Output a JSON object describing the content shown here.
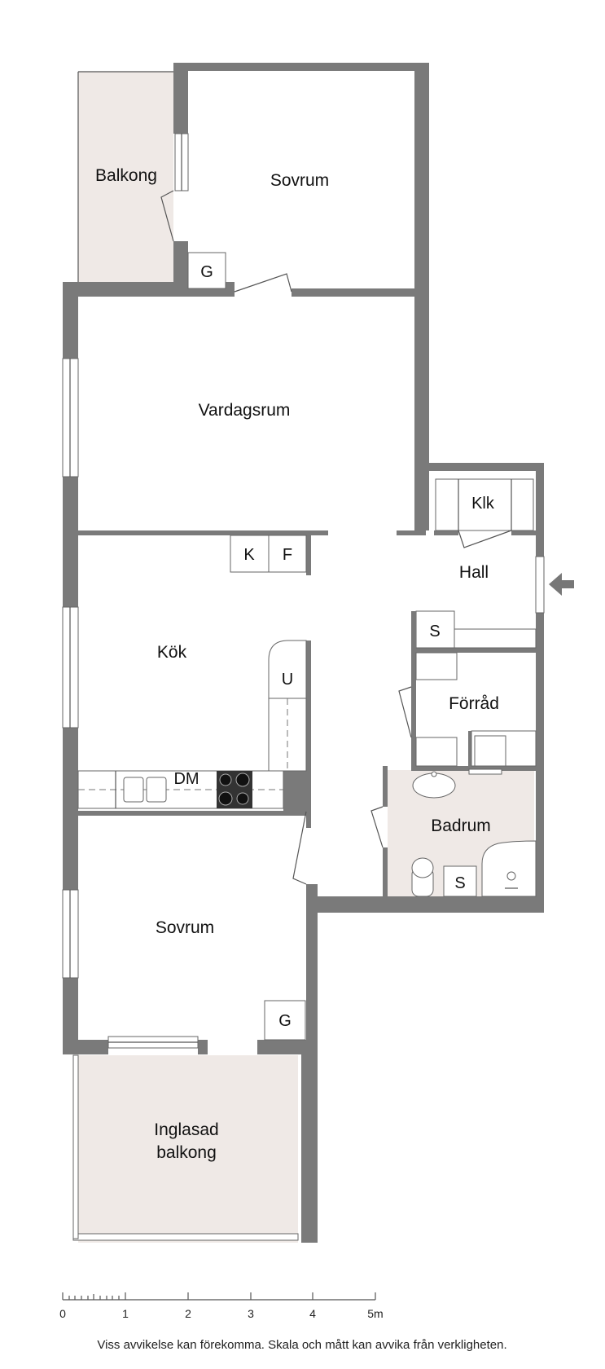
{
  "rooms": {
    "balkong": "Balkong",
    "sovrum_top": "Sovrum",
    "vardagsrum": "Vardagsrum",
    "klk": "Klk",
    "hall": "Hall",
    "kok": "Kök",
    "forrad": "Förråd",
    "badrum": "Badrum",
    "sovrum_bottom": "Sovrum",
    "inglasad_line1": "Inglasad",
    "inglasad_line2": "balkong"
  },
  "fixtures": {
    "g_top": "G",
    "g_bottom": "G",
    "k": "K",
    "f": "F",
    "u": "U",
    "dm": "DM",
    "s_hall": "S",
    "s_bath": "S"
  },
  "scale": {
    "ticks": [
      "0",
      "1",
      "2",
      "3",
      "4",
      "5m"
    ]
  },
  "footer": {
    "disclaimer": "Viss avvikelse kan förekomma. Skala och mått kan avvika från verkligheten."
  },
  "colors": {
    "wall": "#7a7a7a",
    "balcony_fill": "#efe9e6"
  }
}
